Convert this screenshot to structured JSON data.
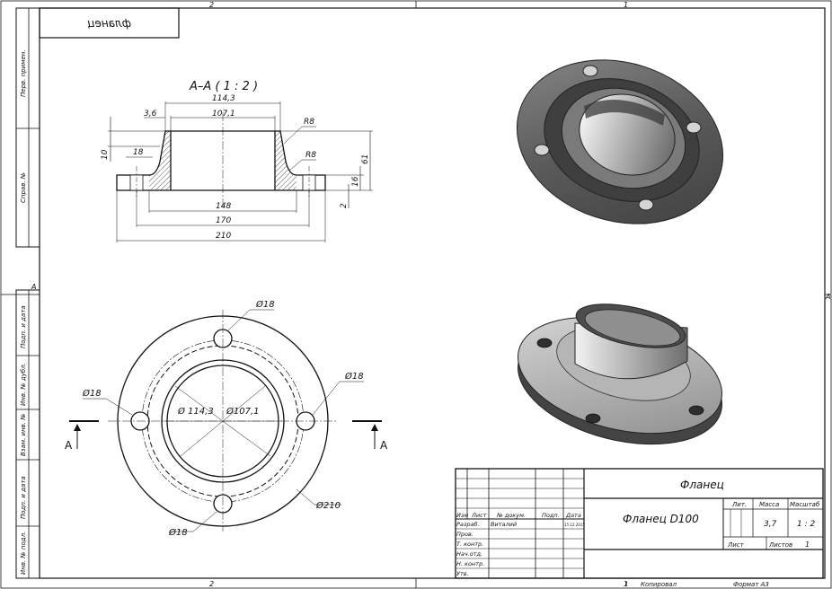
{
  "frame": {
    "top_zone_2": "2",
    "top_zone_1": "1",
    "bottom_zone_2": "2",
    "bottom_zone_1": "1",
    "right_zone": "A",
    "left_zone": "A",
    "mirrored_label": "фланец"
  },
  "side_columns": [
    "Перв. примен.",
    "Справ. №"
  ],
  "side_strip": [
    "Подп. и дата",
    "Инв. № дубл.",
    "Взам. инв. №",
    "Подп. и дата",
    "Инв. № подл."
  ],
  "section": {
    "title": "А–А ( 1 : 2 )",
    "dims": {
      "d1143": "114,3",
      "d1071": "107,1",
      "d36": "3,6",
      "r8a": "R8",
      "r8b": "R8",
      "d10": "10",
      "d18": "18",
      "d61": "61",
      "d16": "16",
      "d2": "2",
      "d148": "148",
      "d170": "170",
      "d210": "210"
    }
  },
  "plan": {
    "holes": [
      "Ø18",
      "Ø18",
      "Ø18",
      "Ø18"
    ],
    "inner1": "Ø 114,3",
    "inner2": "Ø107,1",
    "outer": "Ø210",
    "cut_left": "А",
    "cut_right": "А"
  },
  "title_block": {
    "name_top": "Фланец",
    "name_main": "Фланец D100",
    "col_izm": "Изм",
    "col_list": "Лист",
    "col_doc": "№ докум.",
    "col_podp": "Подп.",
    "col_data": "Дата",
    "razrab_label": "Разраб.",
    "razrab_name": "Виталий",
    "razrab_date": "15.12.2015",
    "rows": [
      "Пров.",
      "Т. контр.",
      "Нач.отд.",
      "Н. контр.",
      "Утв."
    ],
    "lit": "Лит.",
    "massa": "Масса",
    "masshtab": "Масштаб",
    "massa_value": "3,7",
    "scale_value": "1 : 2",
    "list_label": "Лист",
    "listov_label": "Листов",
    "listov_value": "1",
    "copied": "Копировал",
    "format": "Формат А3",
    "copied_num": "1"
  },
  "colors": {
    "line": "#111111",
    "metal_dark": "#4a4a4a",
    "metal_light": "#c9c9c9"
  }
}
